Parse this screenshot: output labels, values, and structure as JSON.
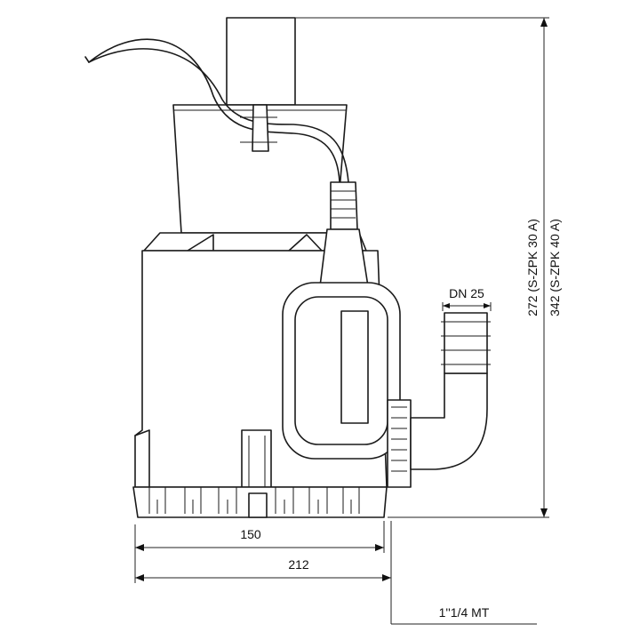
{
  "diagram": {
    "labels": {
      "width_150": "150",
      "width_212": "212",
      "outlet_thread": "1''1/4 MT",
      "outlet_dn": "DN 25",
      "height_30a": "272 (S-ZPK 30 A)",
      "height_40a": "342 (S-ZPK 40 A)"
    }
  }
}
